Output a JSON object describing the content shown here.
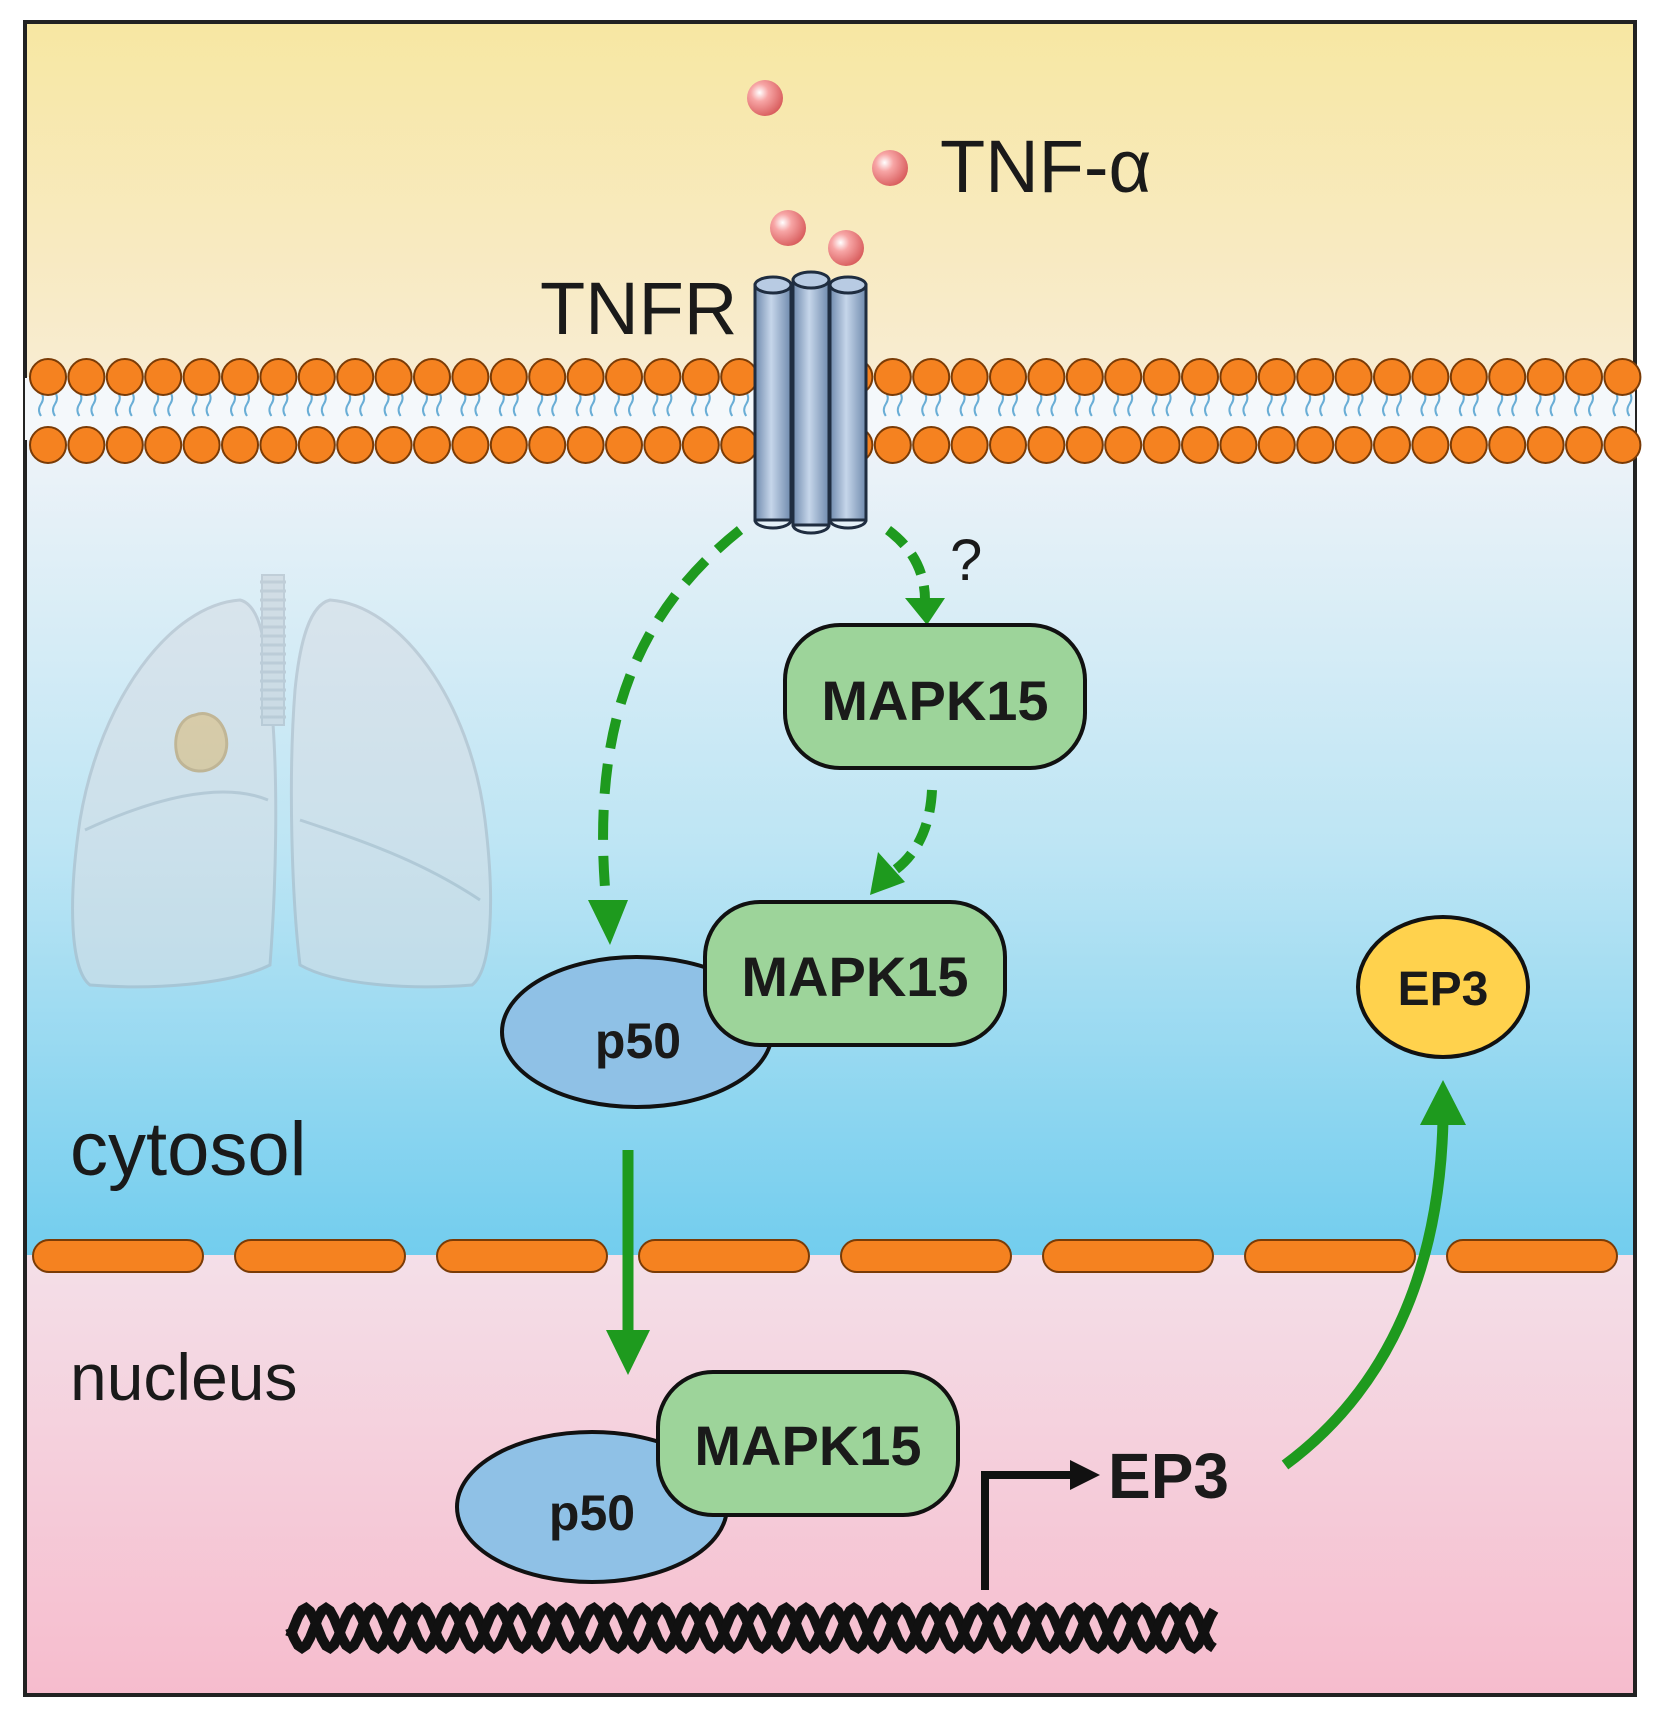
{
  "labels": {
    "ligand": "TNF-α",
    "receptor": "TNFR",
    "question": "?",
    "compartment_cytosol": "cytosol",
    "compartment_nucleus": "nucleus"
  },
  "nodes": {
    "mapk15_top": "MAPK15",
    "mapk15_complex_cytosol": "MAPK15",
    "p50_cytosol": "p50",
    "ep3_protein": "EP3",
    "mapk15_complex_nucleus": "MAPK15",
    "p50_nucleus": "p50",
    "ep3_gene": "EP3"
  },
  "colors": {
    "extracellular_bg": "#f8e9a8",
    "cytosol_bg_top": "#e9f1f8",
    "cytosol_bg_bottom": "#7fd3ee",
    "nucleus_bg": "#f7c6d5",
    "lipid_head": "#f58220",
    "receptor": "#9ab1cd",
    "mapk15_fill": "#9dd49a",
    "p50_fill": "#8fc1e6",
    "ep3_fill": "#ffd24d",
    "arrow_green": "#1e9a1e",
    "tnf_ball": "#f08c8c"
  }
}
